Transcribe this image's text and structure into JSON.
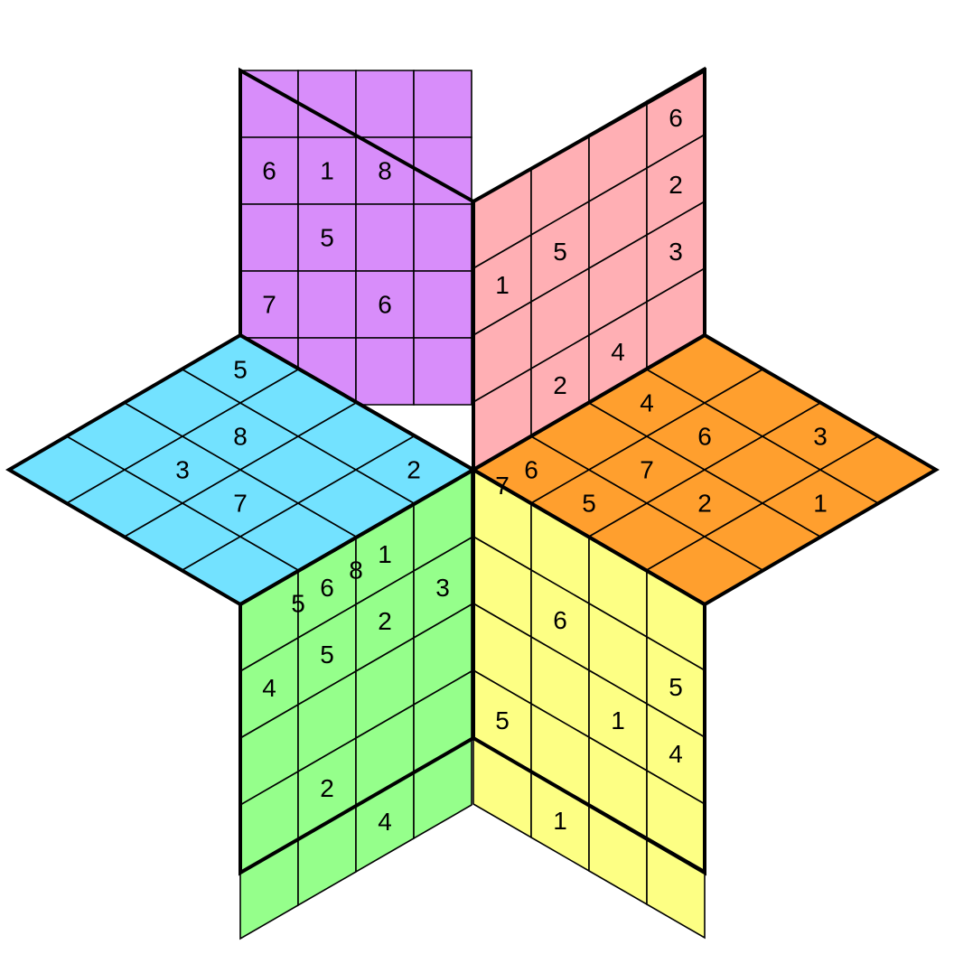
{
  "puzzle": {
    "regions": [
      {
        "id": "purple",
        "color": "#d88dfa",
        "cells": [
          [
            "",
            "",
            "",
            ""
          ],
          [
            "6",
            "1",
            "8",
            ""
          ],
          [
            "",
            "5",
            "",
            ""
          ],
          [
            "7",
            "",
            "6",
            ""
          ],
          [
            "",
            "",
            "",
            ""
          ]
        ]
      },
      {
        "id": "pink",
        "color": "#ffafb4",
        "cells": [
          [
            "",
            "",
            "",
            "6"
          ],
          [
            "1",
            "5",
            "",
            "2"
          ],
          [
            "",
            "",
            "",
            "3"
          ],
          [
            "",
            "2",
            "4",
            ""
          ],
          [
            "7",
            "",
            "",
            ""
          ]
        ]
      },
      {
        "id": "cyan",
        "color": "#73e2ff",
        "cells": [
          [
            "",
            "",
            "",
            "5"
          ],
          [
            "",
            "3",
            "8",
            ""
          ],
          [
            "",
            "7",
            "",
            ""
          ],
          [
            "",
            "",
            "",
            "2"
          ],
          [
            "5",
            "8",
            "",
            ""
          ]
        ]
      },
      {
        "id": "orange",
        "color": "#ff9f2e",
        "cells": [
          [
            "6",
            "",
            "4",
            ""
          ],
          [
            "5",
            "7",
            "6",
            ""
          ],
          [
            "",
            "2",
            "",
            "3"
          ],
          [
            "",
            "",
            "1",
            ""
          ]
        ]
      },
      {
        "id": "green",
        "color": "#95ff8b",
        "cells": [
          [
            "",
            "6",
            "1",
            ""
          ],
          [
            "4",
            "5",
            "2",
            "3"
          ],
          [
            "",
            "",
            "",
            ""
          ],
          [
            "",
            "2",
            "",
            ""
          ],
          [
            "",
            "",
            "4",
            ""
          ]
        ]
      },
      {
        "id": "yellow",
        "color": "#fdff84",
        "cells": [
          [
            "",
            "",
            "",
            ""
          ],
          [
            "",
            "6",
            "",
            "5"
          ],
          [
            "",
            "",
            "1",
            "4"
          ],
          [
            "5",
            "",
            "",
            ""
          ],
          [
            "",
            "1",
            "",
            ""
          ]
        ]
      }
    ]
  }
}
